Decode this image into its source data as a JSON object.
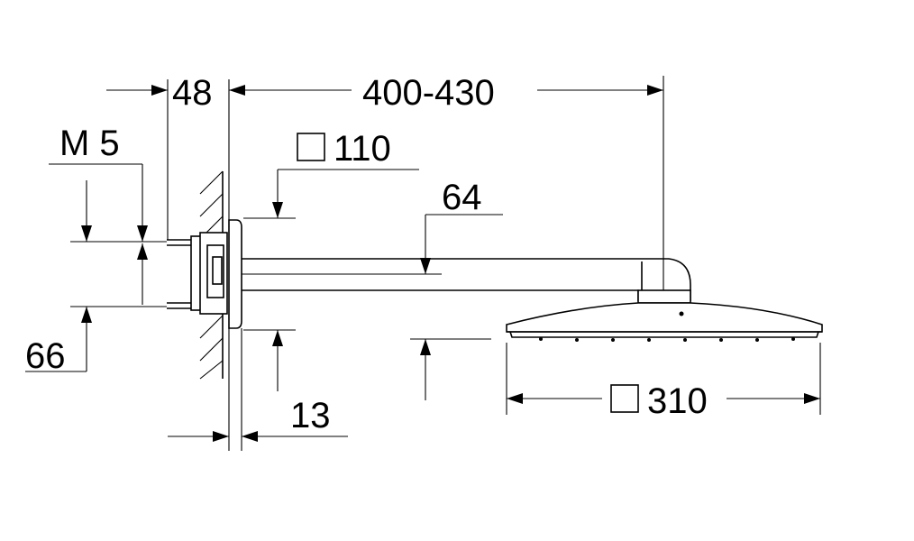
{
  "dimensions": {
    "depth_48": "48",
    "arm_length": "400-430",
    "thread": "M 5",
    "plate_size": "110",
    "pipe_height": "64",
    "offset_66": "66",
    "offset_13": "13",
    "head_size": "310"
  },
  "colors": {
    "line": "#000000",
    "background": "#ffffff"
  }
}
